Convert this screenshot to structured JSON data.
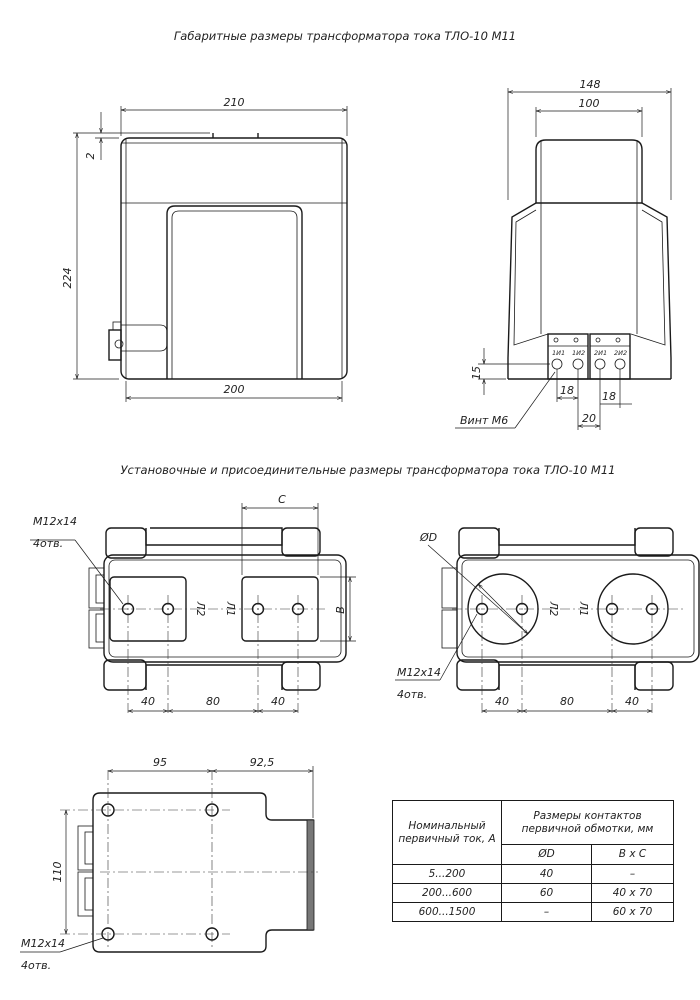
{
  "titles": {
    "overall": "Габаритные размеры трансформатора тока ТЛО-10 М11",
    "install": "Установочные и присоединительные размеры трансформатора тока ТЛО-10 М11"
  },
  "dims": {
    "front_width": "210",
    "front_top_gap": "2",
    "front_height": "224",
    "front_base": "200",
    "side_total": "148",
    "side_inner": "100",
    "side_15": "15",
    "side_18a": "18",
    "side_18b": "18",
    "side_20": "20",
    "screw": "Винт М6",
    "dim_c": "С",
    "dim_b": "В",
    "dim_d": "ØD",
    "pitch_40a": "40",
    "pitch_80": "80",
    "pitch_40b": "40",
    "pitch_40c": "40",
    "pitch_80b": "80",
    "pitch_40d": "40",
    "bottom_95": "95",
    "bottom_925": "92,5",
    "bottom_110": "110"
  },
  "callouts": {
    "bolt_size": "М12х14",
    "bolt_count": "4отв."
  },
  "terminals": {
    "primary_l2": "Л2",
    "primary_l1": "Л1",
    "sec_1i1": "1И1",
    "sec_1i2": "1И2",
    "sec_2i1": "2И1",
    "sec_2i2": "2И2"
  },
  "table": {
    "col_current": "Номинальный первичный ток, А",
    "col_sizes": "Размеры контактов первичной обмотки, мм",
    "col_d": "ØD",
    "col_bc": "В х С",
    "rows": [
      {
        "current": "5...200",
        "d": "40",
        "bc": "–"
      },
      {
        "current": "200...600",
        "d": "60",
        "bc": "40 х 70"
      },
      {
        "current": "600...1500",
        "d": "–",
        "bc": "60 х 70"
      }
    ]
  }
}
